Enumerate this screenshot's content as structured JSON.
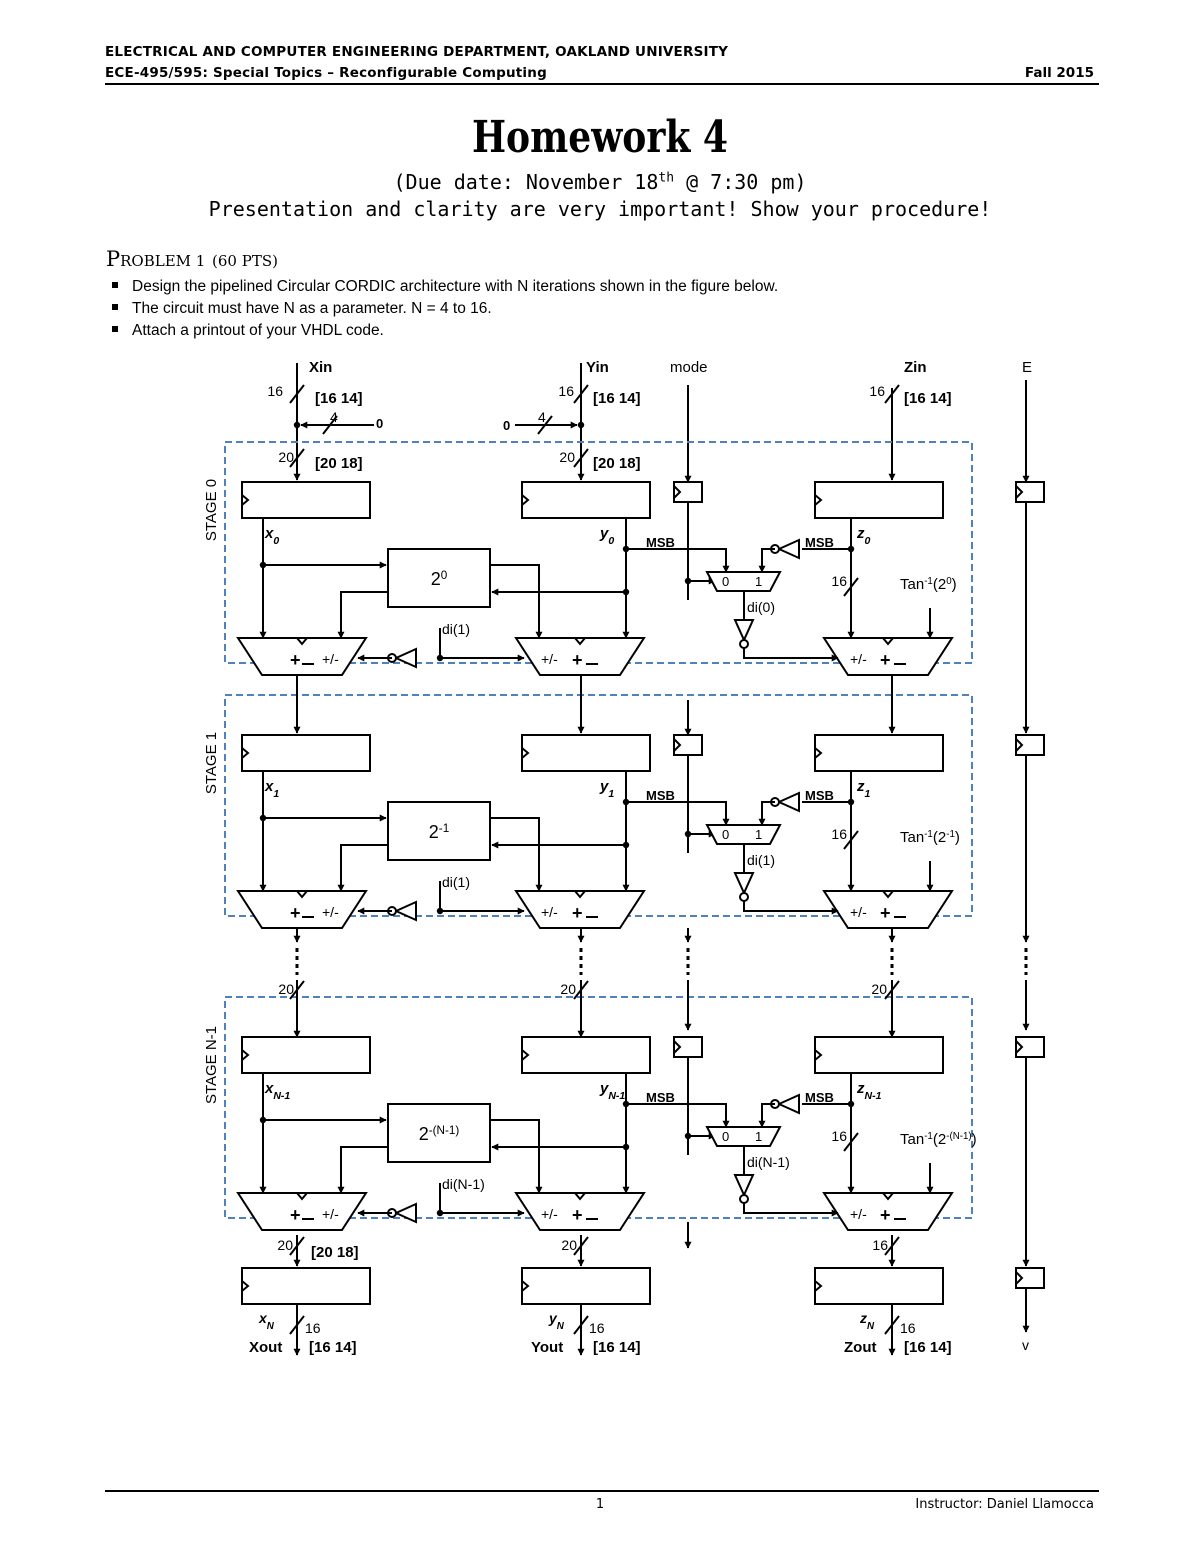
{
  "header": {
    "line1": "ELECTRICAL AND COMPUTER ENGINEERING DEPARTMENT, OAKLAND UNIVERSITY",
    "line2": "ECE-495/595: Special Topics – Reconfigurable Computing",
    "term": "Fall 2015"
  },
  "title": "Homework 4",
  "due": "(Due date: November 18th @ 7:30 pm)",
  "subtitle": "Presentation and clarity are very important! Show your procedure!",
  "problem": {
    "first_letter": "P",
    "rest": "ROBLEM 1",
    "points": "(60 PTS)"
  },
  "bullets": [
    "Design the pipelined Circular CORDIC architecture with N iterations shown in the figure below.",
    "The circuit must have N as a parameter. N = 4 to 16.",
    "Attach a printout of your VHDL code."
  ],
  "diagram": {
    "inputs": {
      "xin": "Xin",
      "yin": "Yin",
      "mode": "mode",
      "zin": "Zin",
      "e": "E"
    },
    "width_16": "16",
    "width_4": "4",
    "width_20": "20",
    "zero": "0",
    "fmt_in": "[16 14]",
    "fmt_20": "[20 18]",
    "msb": "MSB",
    "addsub": "+/-",
    "plus": "+",
    "minus": "-",
    "mux0": "0",
    "mux1": "1",
    "stages": [
      {
        "label": "STAGE 0",
        "x": "x0",
        "y": "y0",
        "z": "z0",
        "shift": "2^0",
        "di_mux": "di(0)",
        "di_xy": "di(1)",
        "tan": "Tan-1(2^0)"
      },
      {
        "label": "STAGE 1",
        "x": "x1",
        "y": "y1",
        "z": "z1",
        "shift": "2^-1",
        "di_mux": "di(1)",
        "di_xy": "di(1)",
        "tan": "Tan-1(2^-1)"
      },
      {
        "label": "STAGE N-1",
        "x": "xN-1",
        "y": "yN-1",
        "z": "zN-1",
        "shift": "2^-(N-1)",
        "di_mux": "di(N-1)",
        "di_xy": "di(N-1)",
        "tan": "Tan-1(2^-(N-1))"
      }
    ],
    "outputs": {
      "xn": "xN",
      "yn": "yN",
      "zn": "zN",
      "xout": "Xout",
      "yout": "Yout",
      "zout": "Zout",
      "v": "v"
    }
  },
  "footer": {
    "page": "1",
    "instructor": "Instructor: Daniel Llamocca"
  }
}
